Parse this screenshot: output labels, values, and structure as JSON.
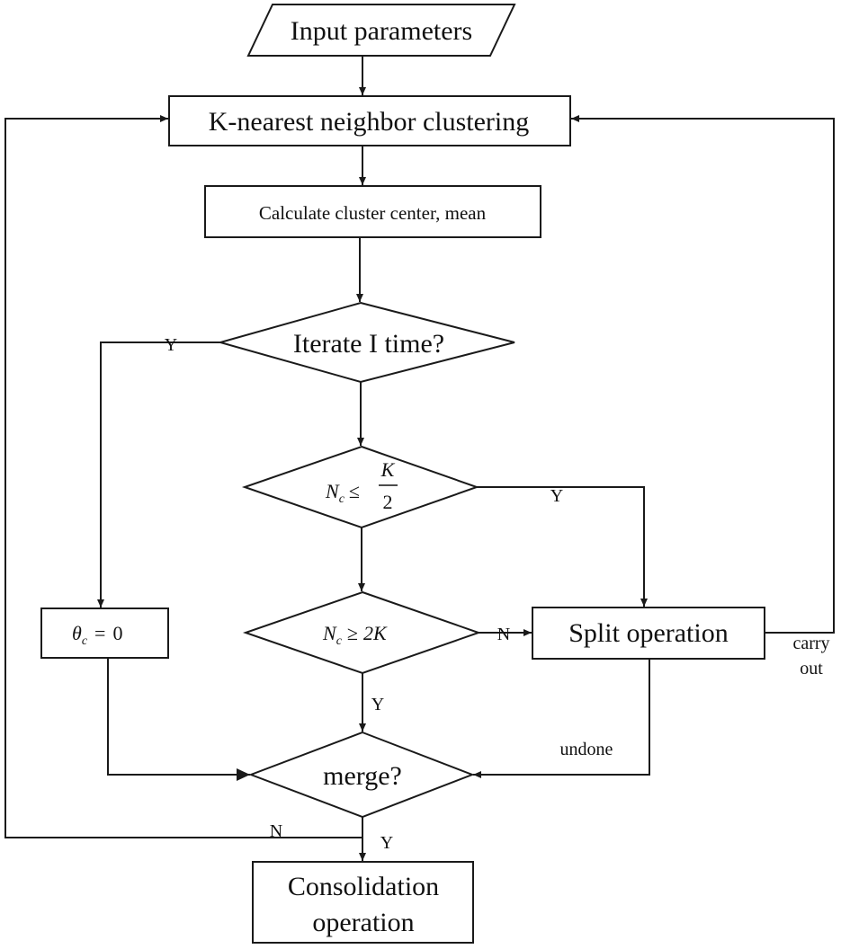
{
  "nodes": {
    "input": {
      "label": "Input parameters"
    },
    "knn": {
      "label": "K-nearest neighbor clustering"
    },
    "calc": {
      "label": "Calculate cluster center, mean"
    },
    "iterate": {
      "label": "Iterate I time?"
    },
    "cond1": {
      "lhs": "N",
      "sub": "c",
      "op": "≤",
      "num": "K",
      "den": "2"
    },
    "cond2": {
      "lhs": "N",
      "sub": "c",
      "op": "≥",
      "rhs": "2K"
    },
    "theta": {
      "lhs": "θ",
      "sub": "c",
      "op": "=",
      "rhs": "0"
    },
    "split": {
      "label": "Split operation"
    },
    "merge": {
      "label": "merge?"
    },
    "consolidation": {
      "line1": "Consolidation",
      "line2": "operation"
    }
  },
  "edge_labels": {
    "iterate_yes": "Y",
    "cond1_yes": "Y",
    "cond2_no": "N",
    "cond2_yes": "Y",
    "carry_out_1": "carry",
    "carry_out_2": "out",
    "undone": "undone",
    "merge_no": "N",
    "merge_yes": "Y"
  }
}
